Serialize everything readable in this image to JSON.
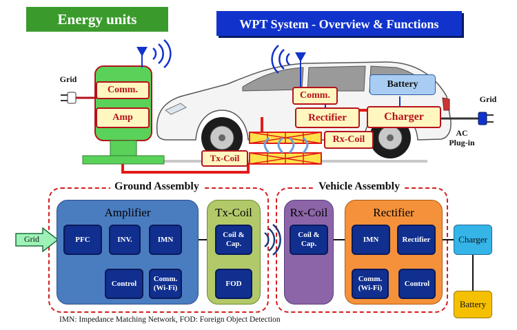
{
  "headers": {
    "energy_units": "Energy units",
    "overview": "WPT System - Overview & Functions"
  },
  "top": {
    "grid_left": "Grid",
    "grid_right": "Grid",
    "ac_plugin": "AC\nPlug-in",
    "station_comm": "Comm.",
    "station_amp": "Amp",
    "car_comm": "Comm.",
    "battery": "Battery",
    "rectifier": "Rectifier",
    "charger": "Charger",
    "rx_coil": "Rx-Coil",
    "tx_coil": "Tx-Coil"
  },
  "ground": {
    "title": "Ground Assembly",
    "amplifier_title": "Amplifier",
    "pfc": "PFC",
    "inv": "INV.",
    "imn": "IMN",
    "control": "Control",
    "comm_wifi": "Comm.\n(Wi-Fi)",
    "txcoil_title": "Tx-Coil",
    "coil_cap": "Coil &\nCap.",
    "fod": "FOD"
  },
  "vehicle": {
    "title": "Vehicle Assembly",
    "rxcoil_title": "Rx-Coil",
    "coil_cap": "Coil &\nCap.",
    "rectifier_title": "Rectifier",
    "imn": "IMN",
    "rectifier": "Rectifier",
    "comm_wifi": "Comm.\n(Wi-Fi)",
    "control": "Control",
    "charger": "Charger",
    "battery": "Battery"
  },
  "grid_input": "Grid",
  "footnote": "IMN: Impedance Matching Network,  FOD: Foreign Object Detection",
  "colors": {
    "header_green": "#3a9b2c",
    "header_blue": "#1133cc",
    "amplifier_blue": "#4a7cc0",
    "txcoil_green": "#b2c96a",
    "rxcoil_purple": "#8b65a8",
    "rectifier_orange": "#f4913a",
    "charger_cyan": "#35b4e8",
    "battery_yellow": "#f5c000",
    "sub_block_navy": "#102f8f",
    "station_green": "#5ad25a"
  }
}
